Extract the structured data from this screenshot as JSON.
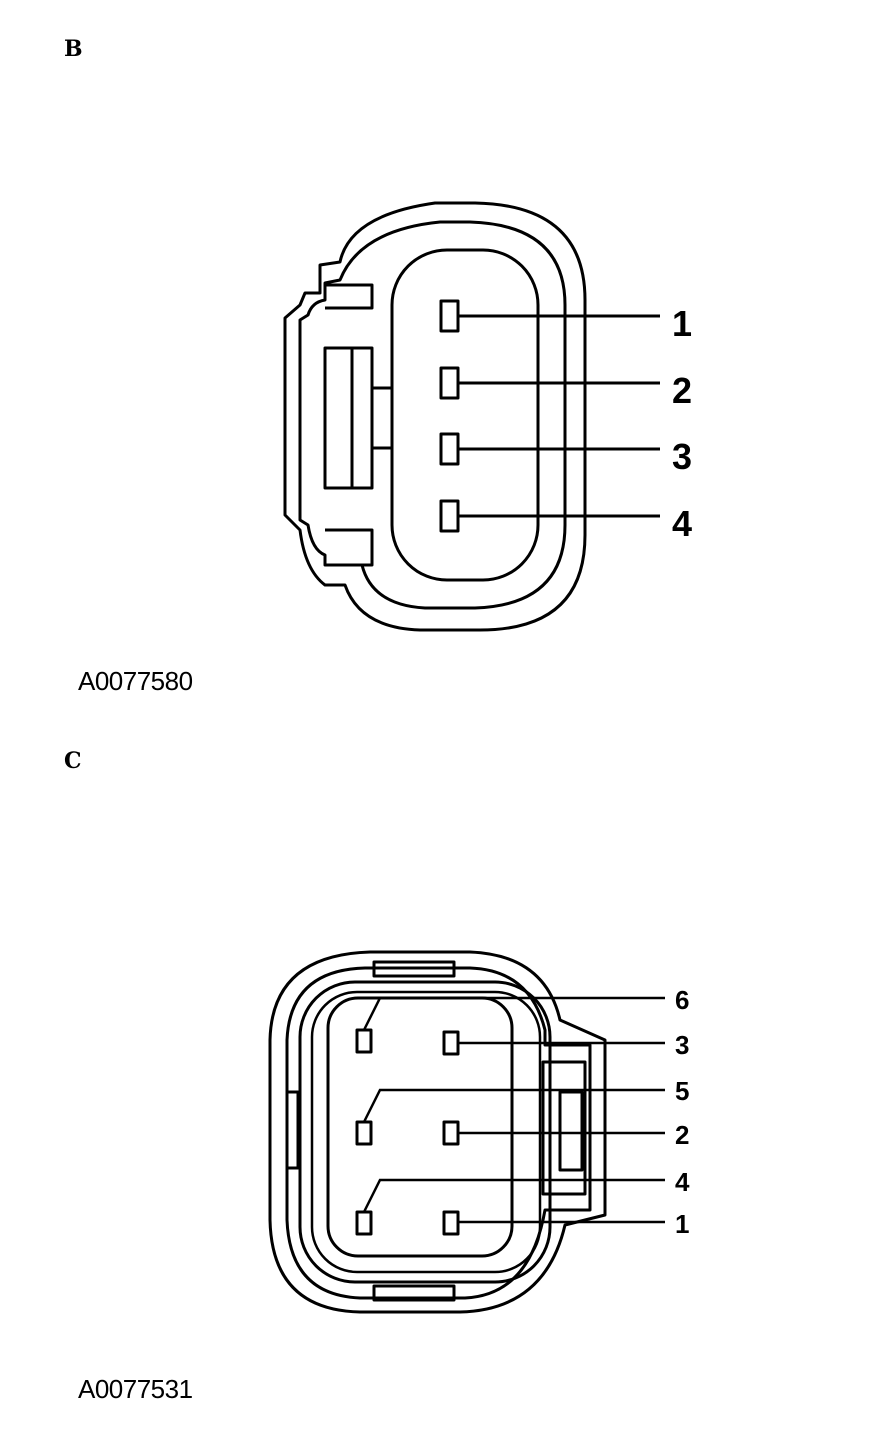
{
  "section_b": {
    "label": "B",
    "ref_code": "A0077580",
    "pins": [
      "1",
      "2",
      "3",
      "4"
    ]
  },
  "section_c": {
    "label": "C",
    "ref_code": "A0077531",
    "pins": [
      "6",
      "3",
      "5",
      "2",
      "4",
      "1"
    ]
  }
}
